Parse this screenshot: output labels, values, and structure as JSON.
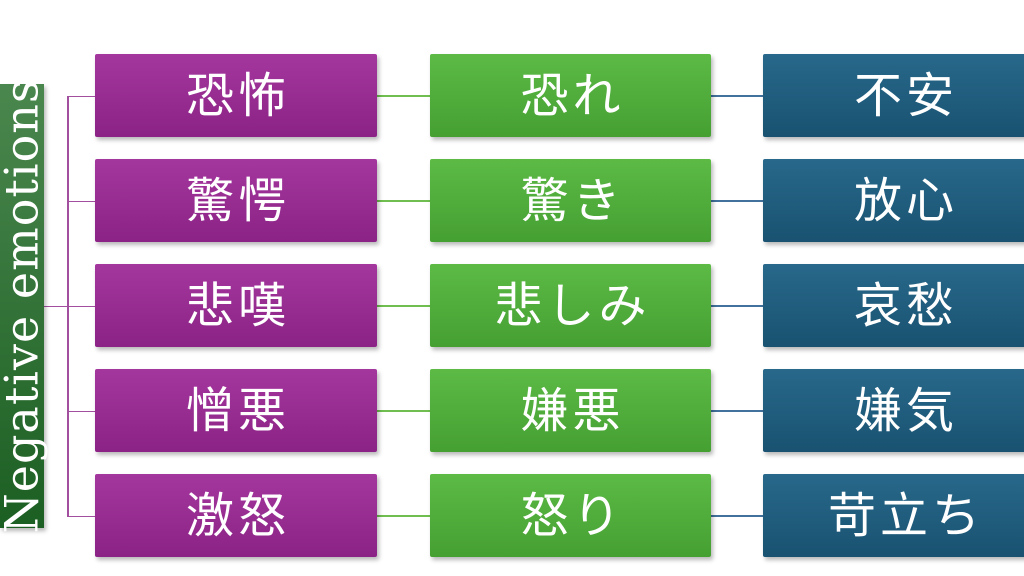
{
  "diagram": {
    "category": {
      "label": "Negative emotions"
    },
    "rows": [
      {
        "level1": "恐怖",
        "level2": "恐れ",
        "level3": "不安"
      },
      {
        "level1": "驚愕",
        "level2": "驚き",
        "level3": "放心"
      },
      {
        "level1": "悲嘆",
        "level2": "悲しみ",
        "level3": "哀愁"
      },
      {
        "level1": "憎悪",
        "level2": "嫌悪",
        "level3": "嫌気"
      },
      {
        "level1": "激怒",
        "level2": "怒り",
        "level3": "苛立ち"
      }
    ],
    "colors": {
      "category_top": "#4A874E",
      "category_bottom": "#1C5F23",
      "level1_top": "#A4379E",
      "level1_bottom": "#8B2285",
      "level2_top": "#5CBA45",
      "level2_bottom": "#45A032",
      "level3_top": "#28688A",
      "level3_bottom": "#195271",
      "connector_level1": "#A24F9F",
      "connector_level2": "#6FBE4F",
      "connector_level3": "#41719C",
      "text": "#FFFFFF"
    }
  }
}
